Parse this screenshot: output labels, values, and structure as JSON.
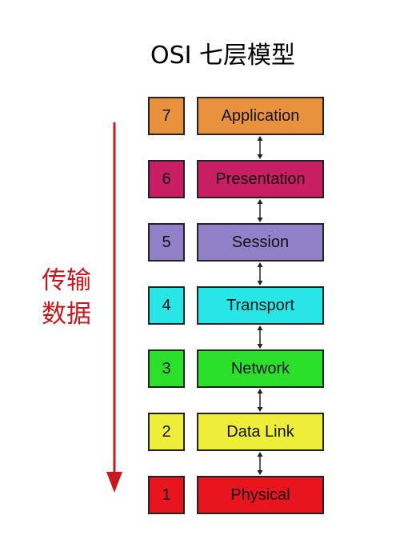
{
  "title": "OSI 七层模型",
  "side_label": {
    "line1": "传输",
    "line2": "数据"
  },
  "arrow_color": "#c8181e",
  "layers": [
    {
      "number": "7",
      "name": "Application",
      "color": "#e8923e"
    },
    {
      "number": "6",
      "name": "Presentation",
      "color": "#c81e64"
    },
    {
      "number": "5",
      "name": "Session",
      "color": "#9080c8"
    },
    {
      "number": "4",
      "name": "Transport",
      "color": "#28e6e6"
    },
    {
      "number": "3",
      "name": "Network",
      "color": "#2ae02a"
    },
    {
      "number": "2",
      "name": "Data Link",
      "color": "#eeee3a"
    },
    {
      "number": "1",
      "name": "Physical",
      "color": "#e8141e"
    }
  ]
}
